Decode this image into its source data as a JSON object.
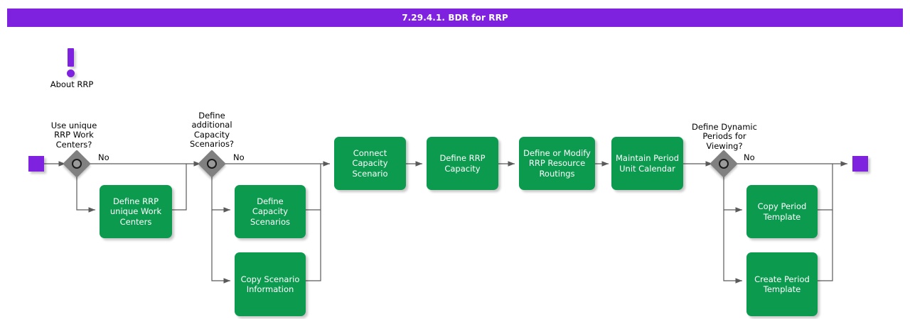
{
  "header": {
    "title": "7.29.4.1. BDR for RRP",
    "bar_color": "#7F22E0",
    "text_color": "#ffffff"
  },
  "colors": {
    "task_fill": "#0C9A4F",
    "task_text": "#ffffff",
    "terminator_fill": "#7F22E0",
    "gateway_fill": "#808080",
    "edge_stroke": "#5a5a5a",
    "note_accent": "#7F22E0"
  },
  "annotation": {
    "icon": "exclamation-icon",
    "label": "About RRP"
  },
  "nodes": {
    "start": {
      "type": "start-event",
      "label": ""
    },
    "end": {
      "type": "end-event",
      "label": ""
    },
    "gateway_work_centers": {
      "type": "exclusive-gateway",
      "label": "Use unique\nRRP Work\nCenters?",
      "branch_label": "No"
    },
    "gateway_capacity_scenarios": {
      "type": "exclusive-gateway",
      "label": "Define\nadditional\nCapacity\nScenarios?",
      "branch_label": "No"
    },
    "gateway_dynamic_periods": {
      "type": "exclusive-gateway",
      "label": "Define Dynamic\nPeriods for\nViewing?",
      "branch_label": "No"
    }
  },
  "tasks": [
    {
      "id": "define-rrp-unique-work-centers",
      "label": "Define RRP\nunique Work\nCenters"
    },
    {
      "id": "define-capacity-scenarios",
      "label": "Define Capacity\nScenarios"
    },
    {
      "id": "copy-scenario-information",
      "label": "Copy Scenario\nInformation"
    },
    {
      "id": "connect-capacity-scenario",
      "label": "Connect\nCapacity\nScenario"
    },
    {
      "id": "define-rrp-capacity",
      "label": "Define RRP\nCapacity"
    },
    {
      "id": "define-or-modify-rrp-resource-routings",
      "label": "Define or Modify\nRRP Resource\nRoutings"
    },
    {
      "id": "maintain-period-unit-calendar",
      "label": "Maintain Period\nUnit Calendar"
    },
    {
      "id": "copy-period-template",
      "label": "Copy Period\nTemplate"
    },
    {
      "id": "create-period-template",
      "label": "Create Period\nTemplate"
    }
  ]
}
